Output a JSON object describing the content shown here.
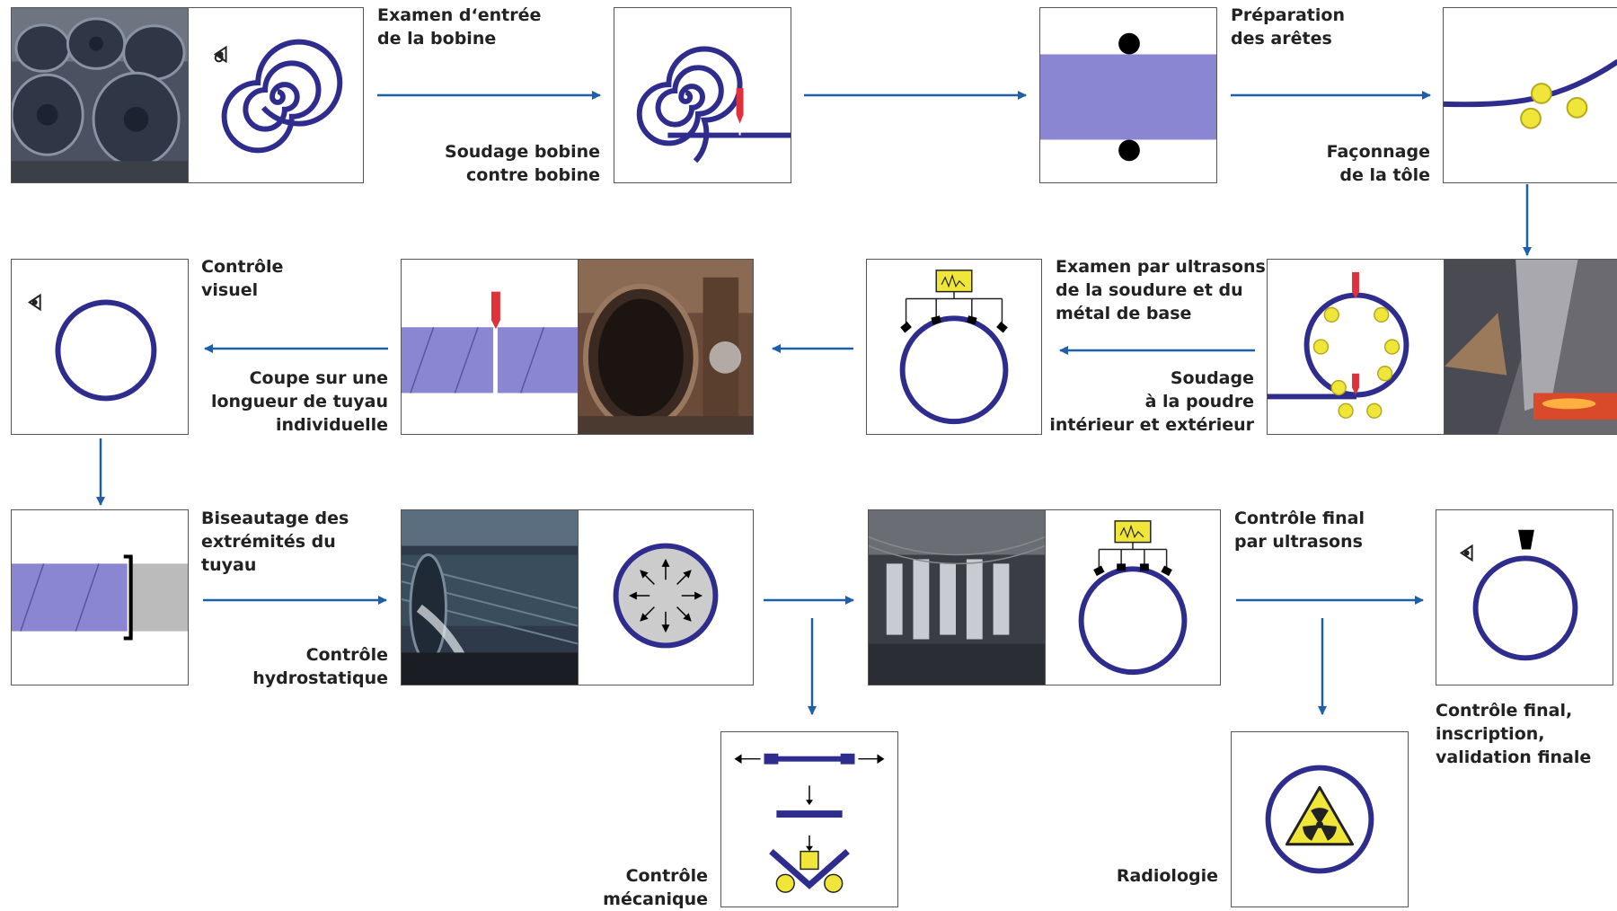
{
  "steps": {
    "coil_inspection": "Examen d‘entrée\nde la bobine",
    "coil_welding": "Soudage bobine\ncontre bobine",
    "edge_prep": "Préparation\ndes arêtes",
    "sheet_forming": "Façonnage\nde la tôle",
    "visual_check": "Contrôle\nvisuel",
    "cut_length": "Coupe sur une\nlongueur de tuyau\nindividuelle",
    "ultrasonic_exam": "Examen par ultrasons\nde la soudure et du\nmétal de base",
    "powder_welding": "Soudage\nà la poudre\nintérieur et extérieur",
    "beveling": "Biseautage des\nextrémités du\ntuyau",
    "hydrostatic": "Contrôle\nhydrostatique",
    "final_ultrasonic": "Contrôle final\npar ultrasons",
    "final_control": "Contrôle final,\ninscription,\nvalidation finale",
    "mechanical": "Contrôle\nmécanique",
    "radiology": "Radiologie"
  },
  "colors": {
    "pipe": "#2e2c8c",
    "sheet": "#8b86d1",
    "arrow": "#1f5fa8",
    "yellow": "#f0e63a",
    "torch": "#e0303a"
  }
}
